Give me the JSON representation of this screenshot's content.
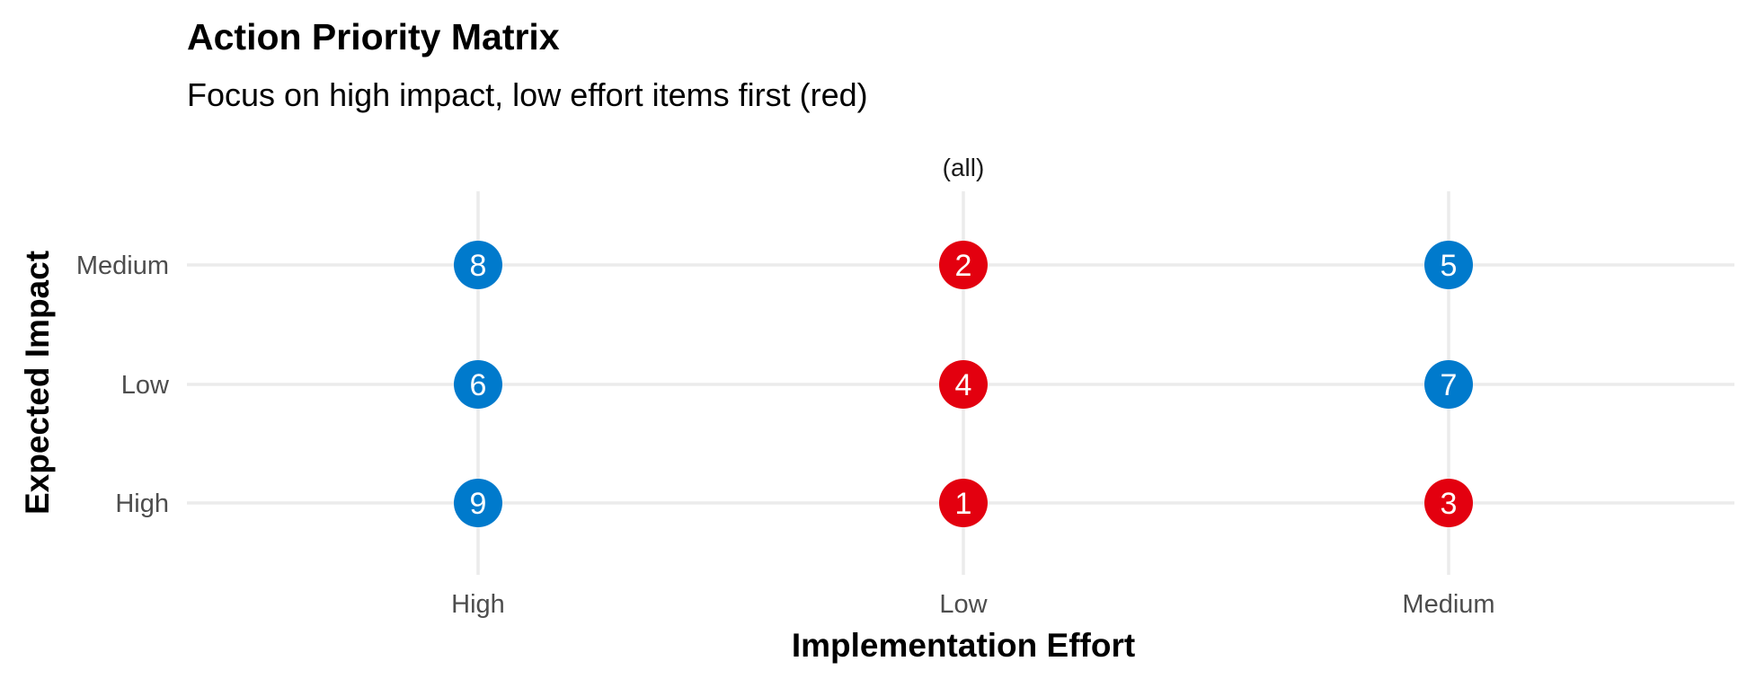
{
  "chart_data": {
    "type": "scatter",
    "title": "Action Priority Matrix",
    "subtitle": "Focus on high impact, low effort items first (red)",
    "facet_label": "(all)",
    "xlabel": "Implementation Effort",
    "ylabel": "Expected Impact",
    "x_categories": [
      "High",
      "Low",
      "Medium"
    ],
    "y_categories": [
      "High",
      "Low",
      "Medium"
    ],
    "grid": true,
    "colors": {
      "priority": "#E3000F",
      "other": "#007ACC"
    },
    "points": [
      {
        "label": "1",
        "x": "Low",
        "y": "High",
        "group": "priority"
      },
      {
        "label": "2",
        "x": "Low",
        "y": "Medium",
        "group": "priority"
      },
      {
        "label": "3",
        "x": "Medium",
        "y": "High",
        "group": "priority"
      },
      {
        "label": "4",
        "x": "Low",
        "y": "Low",
        "group": "priority"
      },
      {
        "label": "5",
        "x": "Medium",
        "y": "Medium",
        "group": "other"
      },
      {
        "label": "6",
        "x": "High",
        "y": "Low",
        "group": "other"
      },
      {
        "label": "7",
        "x": "Medium",
        "y": "Low",
        "group": "other"
      },
      {
        "label": "8",
        "x": "High",
        "y": "Medium",
        "group": "other"
      },
      {
        "label": "9",
        "x": "High",
        "y": "High",
        "group": "other"
      }
    ]
  }
}
